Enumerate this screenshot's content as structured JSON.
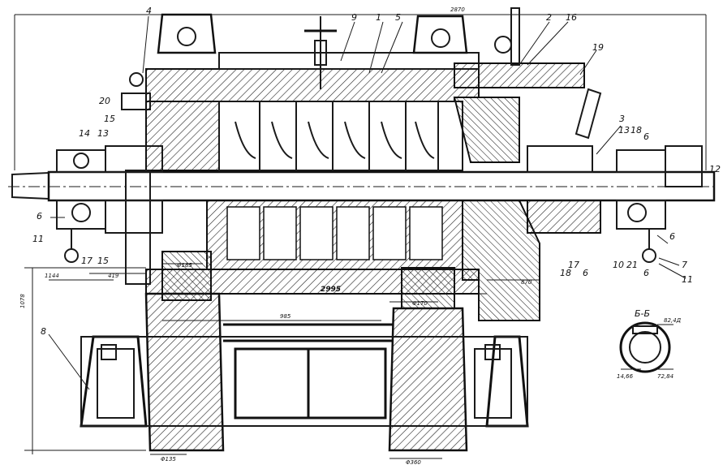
{
  "callouts": {
    "c1": "1",
    "c2": "2",
    "c3": "3",
    "c4": "4",
    "c5": "5",
    "c6": "6",
    "c7": "7",
    "c8": "8",
    "c9": "9",
    "c10": "10",
    "c11": "11",
    "c12": "12",
    "c13": "13",
    "c14": "14",
    "c15": "15",
    "c16": "16",
    "c17": "17",
    "c18": "18",
    "c19": "19",
    "c20": "20",
    "c21": "21"
  },
  "dimensions": {
    "overall_length": "2870",
    "casing_length": "2995",
    "foot_span": "985",
    "height": "1078",
    "left_offset": "1144",
    "left_span": "419",
    "right_span": "870",
    "bore_left": "Φ185",
    "bore_right": "Φ170",
    "foot_dia_left": "Φ135",
    "foot_dia_right": "Φ360"
  },
  "section": {
    "title": "Б-Б",
    "d1": "82,4Д",
    "d2": "14,66",
    "d3": "72,84"
  },
  "colors": {
    "ink": "#1a1a1a",
    "paper": "#ffffff"
  }
}
